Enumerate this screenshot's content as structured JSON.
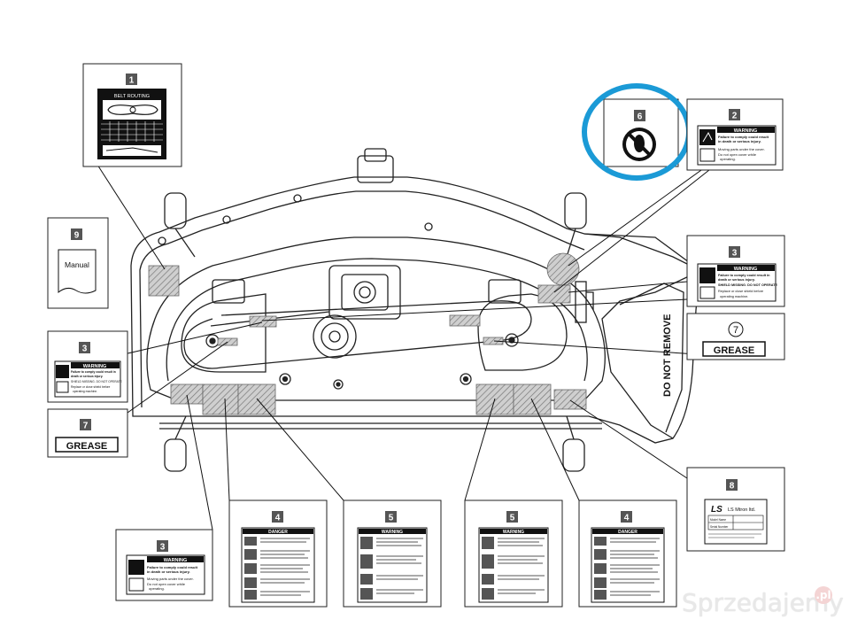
{
  "labels": {
    "belt_routing": {
      "number": "1",
      "title": "BELT ROUTING"
    },
    "warning_top_right": {
      "number": "2",
      "heading": "WARNING",
      "line1": "Failure to comply could result",
      "line2": "in death or serious injury.",
      "bullet1": "Moving parts under the cover.",
      "bullet2": "Do not open cover while",
      "bullet3": "operating."
    },
    "warning_shield": {
      "number": "3",
      "heading": "WARNING",
      "line1": "Failure to comply could result in",
      "line2": "death or serious injury.",
      "line3": "SHIELD MISSING. DO NOT OPERATE",
      "bullet1": "Replace or close shield before",
      "bullet2": "operating machine."
    },
    "warning_left": {
      "number": "3",
      "heading": "WARNING",
      "line1": "Failure to comply could result in",
      "line2": "death or serious injury.",
      "line3": "SHIELD MISSING. DO NOT OPERATE",
      "bullet1": "Replace or close shield before",
      "bullet2": "operating machine."
    },
    "warning_bottom_left": {
      "number": "3",
      "heading": "WARNING",
      "line1": "Failure to comply could result",
      "line2": "in death or serious injury.",
      "bullet1": "Moving parts under the cover.",
      "bullet2": "Do not open cover while",
      "bullet3": "operating."
    },
    "grease_right": {
      "number": "7",
      "text": "GREASE"
    },
    "grease_left": {
      "number": "7",
      "text": "GREASE"
    },
    "danger_left": {
      "number": "4",
      "heading": "DANGER"
    },
    "danger_right": {
      "number": "4",
      "heading": "DANGER"
    },
    "warning_5_left": {
      "number": "5",
      "heading": "WARNING"
    },
    "warning_5_right": {
      "number": "5",
      "heading": "WARNING"
    },
    "manual": {
      "number": "9",
      "text": "Manual"
    },
    "no_step": {
      "number": "6"
    },
    "ls_plate": {
      "number": "8",
      "brand": "LS",
      "company": "LS Mtron ltd.",
      "row1": "Model Name",
      "row2": "Serial Number"
    },
    "do_not_remove": "DO NOT REMOVE"
  },
  "watermark": {
    "text": "Sprzedajemy",
    "suffix": ".pl"
  },
  "colors": {
    "highlight": "#1b9ad6",
    "hatch": "#8a8a8a",
    "ink": "#111111"
  }
}
